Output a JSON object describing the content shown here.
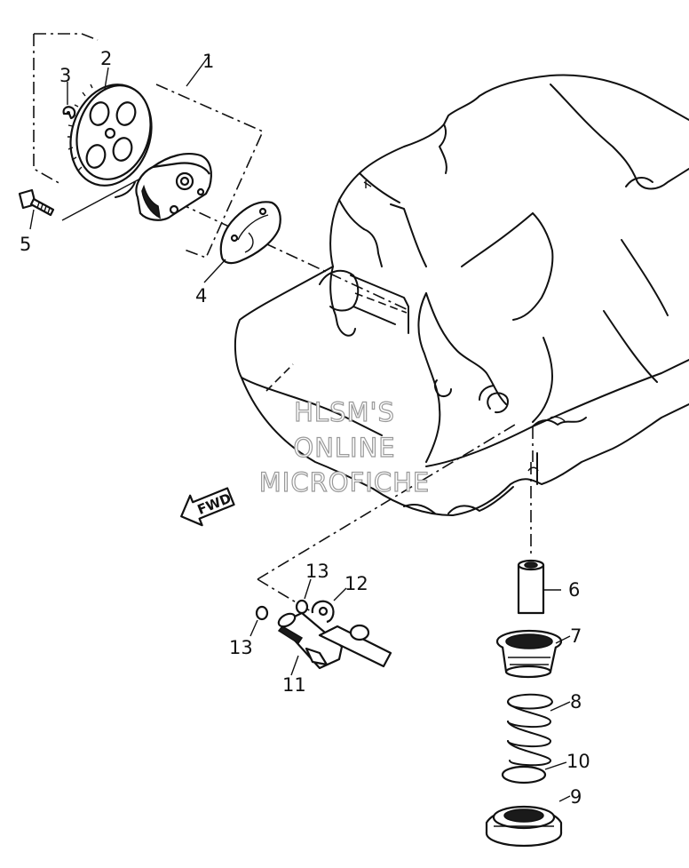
{
  "callouts": [
    "1",
    "2",
    "3",
    "4",
    "5",
    "6",
    "7",
    "8",
    "9",
    "10",
    "11",
    "12",
    "13",
    "13"
  ],
  "direction_label": "FWD",
  "watermark": [
    "HLSM'S",
    "ONLINE",
    "MICROFICHE"
  ]
}
